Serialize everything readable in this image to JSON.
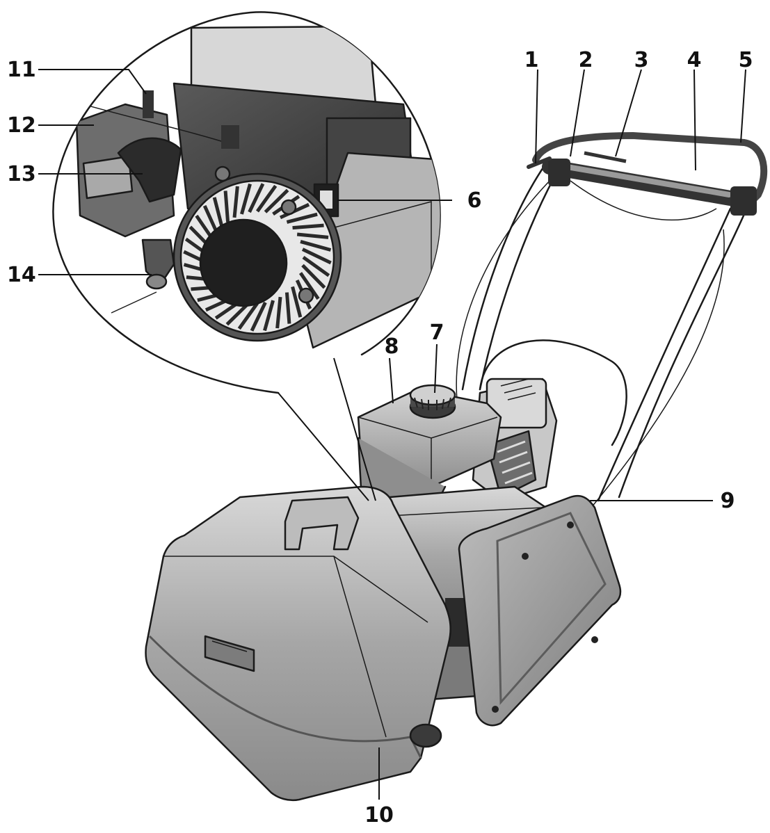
{
  "callouts": {
    "c1": "1",
    "c2": "2",
    "c3": "3",
    "c4": "4",
    "c5": "5",
    "c6": "6",
    "c7": "7",
    "c8": "8",
    "c9": "9",
    "c10": "10",
    "c11": "11",
    "c12": "12",
    "c13": "13",
    "c14": "14"
  },
  "colors": {
    "body_fill": "#a8a8a8",
    "body_light": "#cfcfcf",
    "body_dark": "#6e6e6e",
    "engine_dark": "#3a3a3a",
    "ink": "#1a1a1a"
  },
  "icons": {
    "main_subject": "lawn-mower-illustration",
    "detail_inset": "engine-detail-magnifier"
  }
}
